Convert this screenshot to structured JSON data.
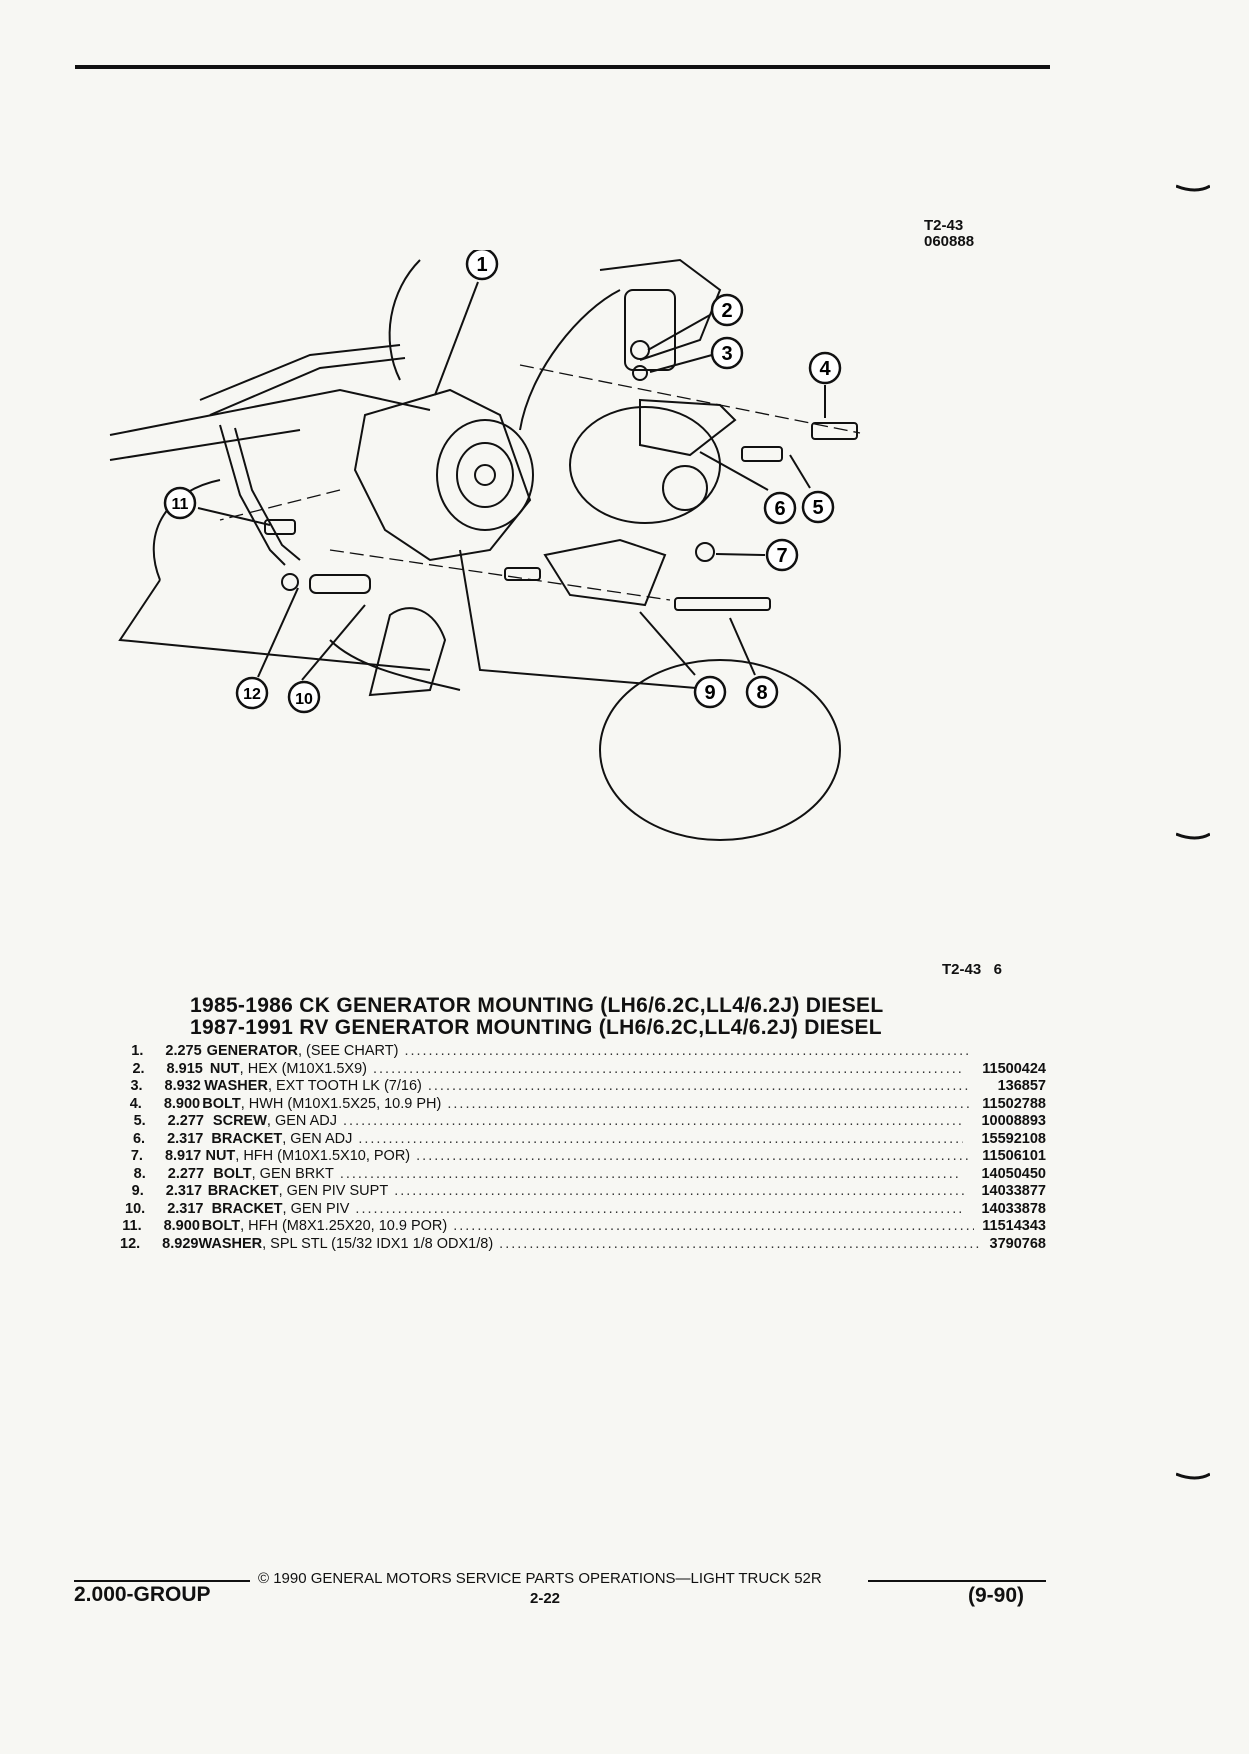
{
  "figure": {
    "ref_top_line1": "T2-43",
    "ref_top_line2": "060888",
    "ref_bottom": "T2-43   6",
    "callouts": [
      "1",
      "2",
      "3",
      "4",
      "5",
      "6",
      "7",
      "8",
      "9",
      "10",
      "11",
      "12"
    ]
  },
  "title": {
    "line1": "1985-1986 CK GENERATOR MOUNTING (LH6/6.2C,LL4/6.2J) DIESEL",
    "line2": "1987-1991 RV GENERATOR MOUNTING (LH6/6.2C,LL4/6.2J) DIESEL"
  },
  "parts": [
    {
      "idx": "1.",
      "group": "2.275",
      "name": "GENERATOR",
      "detail": ", (SEE CHART)",
      "part_no": ""
    },
    {
      "idx": "2.",
      "group": "8.915",
      "name": "NUT",
      "detail": ", HEX (M10X1.5X9)",
      "part_no": "11500424"
    },
    {
      "idx": "3.",
      "group": "8.932",
      "name": "WASHER",
      "detail": ", EXT TOOTH LK (7/16)",
      "part_no": "136857"
    },
    {
      "idx": "4.",
      "group": "8.900",
      "name": "BOLT",
      "detail": ", HWH (M10X1.5X25, 10.9 PH)",
      "part_no": "11502788"
    },
    {
      "idx": "5.",
      "group": "2.277",
      "name": "SCREW",
      "detail": ", GEN ADJ",
      "part_no": "10008893"
    },
    {
      "idx": "6.",
      "group": "2.317",
      "name": "BRACKET",
      "detail": ", GEN ADJ",
      "part_no": "15592108"
    },
    {
      "idx": "7.",
      "group": "8.917",
      "name": "NUT",
      "detail": ", HFH (M10X1.5X10, POR)",
      "part_no": "11506101"
    },
    {
      "idx": "8.",
      "group": "2.277",
      "name": "BOLT",
      "detail": ", GEN BRKT",
      "part_no": "14050450"
    },
    {
      "idx": "9.",
      "group": "2.317",
      "name": "BRACKET",
      "detail": ", GEN PIV SUPT",
      "part_no": "14033877"
    },
    {
      "idx": "10.",
      "group": "2.317",
      "name": "BRACKET",
      "detail": ", GEN PIV",
      "part_no": "14033878"
    },
    {
      "idx": "11.",
      "group": "8.900",
      "name": "BOLT",
      "detail": ", HFH (M8X1.25X20, 10.9 POR)",
      "part_no": "11514343"
    },
    {
      "idx": "12.",
      "group": "8.929",
      "name": "WASHER",
      "detail": ", SPL STL (15/32 IDX1 1/8 ODX1/8)",
      "part_no": "3790768"
    }
  ],
  "footer": {
    "copyright": "© 1990 GENERAL MOTORS SERVICE PARTS OPERATIONS—LIGHT TRUCK 52R",
    "group": "2.000-GROUP",
    "page": "2-22",
    "date": "(9-90)"
  }
}
